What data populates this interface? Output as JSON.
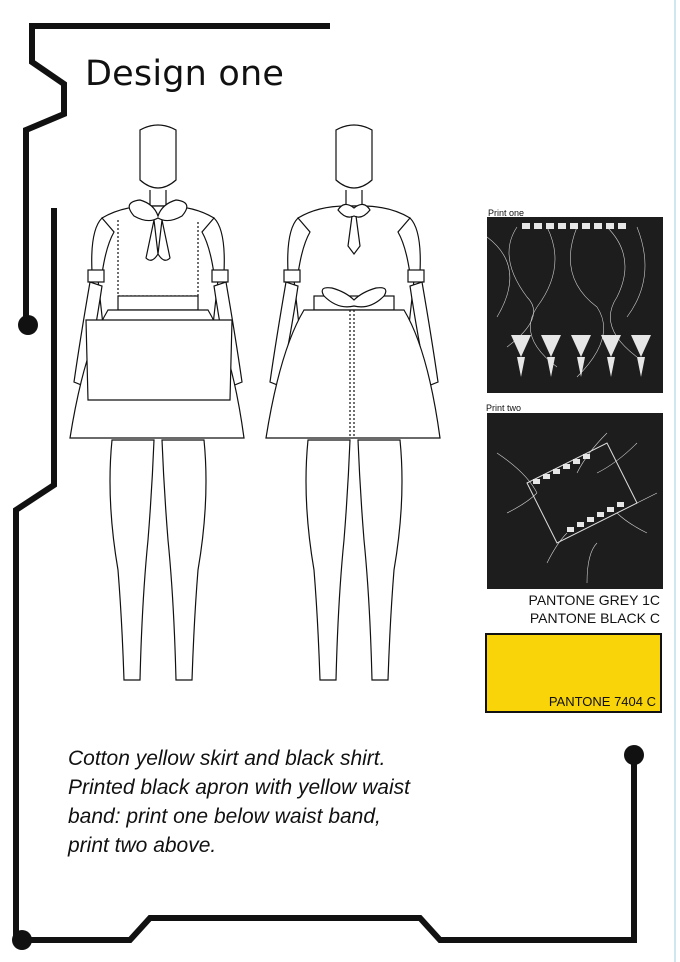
{
  "page": {
    "title": "Design one"
  },
  "prints": {
    "print_one_label": "Print one",
    "print_two_label": "Print two"
  },
  "pantone": {
    "grey": "PANTONE GREY 1C",
    "black": "PANTONE BLACK C",
    "yellow": "PANTONE 7404 C"
  },
  "colors": {
    "yellow_swatch": "#f8d409",
    "print_background": "#1d1d1d",
    "frame_line": "#111111"
  },
  "caption": {
    "line1": "Cotton yellow skirt and black shirt.",
    "line2": "Printed black apron with yellow waist",
    "line3": "band: print one below waist band,",
    "line4": "print two above."
  }
}
